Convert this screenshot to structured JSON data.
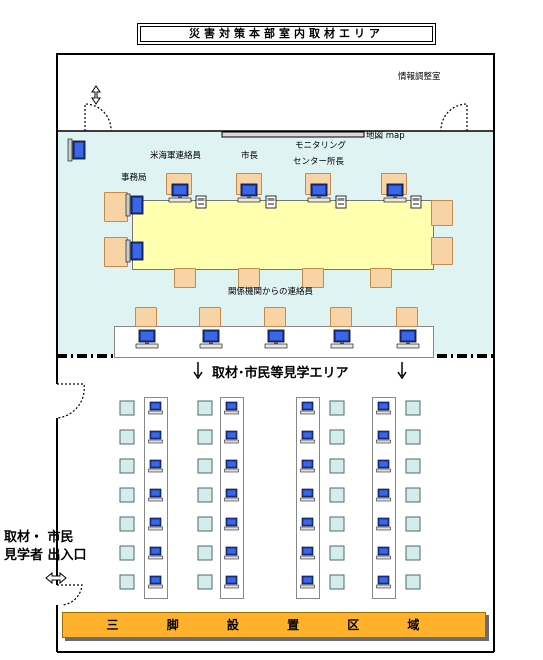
{
  "title": "災害対策本部室内取材エリア",
  "labels": {
    "info_room": "情報調整室",
    "map": "地図 map",
    "usfj": "米海軍連絡員",
    "mayor": "市長",
    "monitoring_1": "モニタリング",
    "monitoring_2": "センター所長",
    "secretariat": "事務局",
    "agencies": "関係機関からの連絡員",
    "press_area": "取材･市民等見学エリア",
    "entrance_1": "取材・ 市民",
    "entrance_2": "見学者 出入口",
    "tripod": "三 脚 設 置 区 域"
  },
  "colors": {
    "hq_floor": "#e0f3f3",
    "table": "#ffffb0",
    "chair": "#f7d3a5",
    "seat": "#d3ecec",
    "tripod_zone": "#ffb12c"
  }
}
